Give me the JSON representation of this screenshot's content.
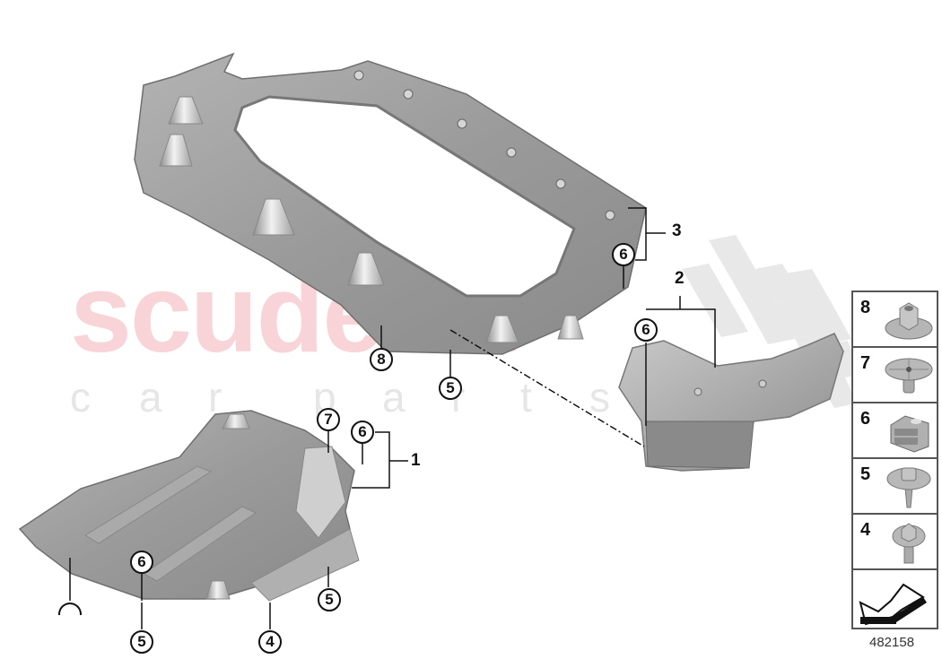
{
  "diagram": {
    "type": "exploded-parts-diagram",
    "subject": "Underbody protection panels",
    "reference_id": "482158",
    "watermark": {
      "primary": "scuderia",
      "secondary": [
        "c",
        "a",
        "r",
        "p",
        "a",
        "r",
        "t",
        "s"
      ],
      "primary_color": "#f8d4d8",
      "secondary_color": "#e6e6e6"
    },
    "assemblies": [
      {
        "id": "3",
        "label": "3",
        "name": "front-underbody-frame-panel"
      },
      {
        "id": "2",
        "label": "2",
        "name": "right-side-underbody-shield"
      },
      {
        "id": "1",
        "label": "1",
        "name": "left-underbody-panel"
      }
    ],
    "callouts": [
      {
        "id": "c-6-top",
        "label": "6"
      },
      {
        "id": "c-6-right",
        "label": "6"
      },
      {
        "id": "c-8",
        "label": "8"
      },
      {
        "id": "c-5-mid",
        "label": "5"
      },
      {
        "id": "c-7",
        "label": "7"
      },
      {
        "id": "c-6-p1",
        "label": "6"
      },
      {
        "id": "c-6-low",
        "label": "6"
      },
      {
        "id": "c-5-low-left",
        "label": "5"
      },
      {
        "id": "c-5-low-right",
        "label": "5"
      },
      {
        "id": "c-4",
        "label": "4"
      },
      {
        "id": "c-cut",
        "label": ""
      }
    ],
    "legend": [
      {
        "number": "8",
        "part": "flange-nut"
      },
      {
        "number": "7",
        "part": "expanding-rivet"
      },
      {
        "number": "6",
        "part": "clip-nut"
      },
      {
        "number": "5",
        "part": "flange-screw"
      },
      {
        "number": "4",
        "part": "hex-collar-screw"
      },
      {
        "number": "",
        "part": "direction-of-travel-arrow"
      }
    ],
    "colors": {
      "panel_fill": "#9a9a9a",
      "panel_dark": "#7d7d7d",
      "panel_light": "#c4c4c4",
      "checker": "#e4e4e4",
      "line": "#111111"
    }
  }
}
